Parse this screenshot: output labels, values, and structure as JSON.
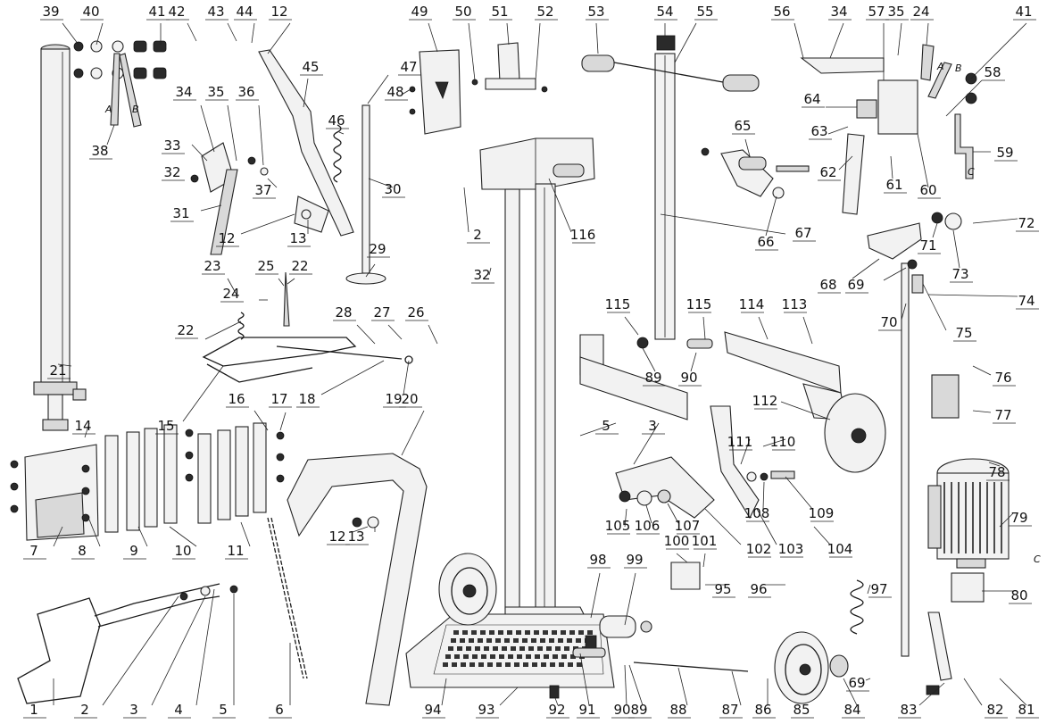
{
  "labels": [
    "1",
    "2",
    "3",
    "4",
    "5",
    "6",
    "7",
    "8",
    "9",
    "10",
    "11",
    "12",
    "12",
    "12",
    "13",
    "13",
    "14",
    "15",
    "16",
    "17",
    "18",
    "19",
    "20",
    "21",
    "22",
    "22",
    "23",
    "24",
    "24",
    "25",
    "26",
    "27",
    "28",
    "29",
    "30",
    "31",
    "32",
    "32",
    "33",
    "34",
    "34",
    "35",
    "35",
    "36",
    "37",
    "38",
    "39",
    "40",
    "41",
    "41",
    "42",
    "43",
    "44",
    "45",
    "46",
    "47",
    "48",
    "49",
    "50",
    "51",
    "52",
    "53",
    "54",
    "55",
    "56",
    "57",
    "58",
    "59",
    "60",
    "61",
    "62",
    "63",
    "64",
    "65",
    "66",
    "67",
    "68",
    "69",
    "69",
    "70",
    "71",
    "72",
    "73",
    "74",
    "75",
    "76",
    "77",
    "78",
    "79",
    "80",
    "81",
    "82",
    "83",
    "84",
    "85",
    "86",
    "87",
    "88",
    "89",
    "89",
    "90",
    "90",
    "91",
    "92",
    "93",
    "94",
    "95",
    "96",
    "97",
    "98",
    "99",
    "100",
    "101",
    "102",
    "103",
    "104",
    "105",
    "106",
    "107",
    "108",
    "109",
    "110",
    "111",
    "112",
    "113",
    "114",
    "115",
    "115",
    "116",
    "2",
    "3",
    "5"
  ],
  "marks": [
    "A",
    "B",
    "A",
    "B",
    "C",
    "C"
  ]
}
